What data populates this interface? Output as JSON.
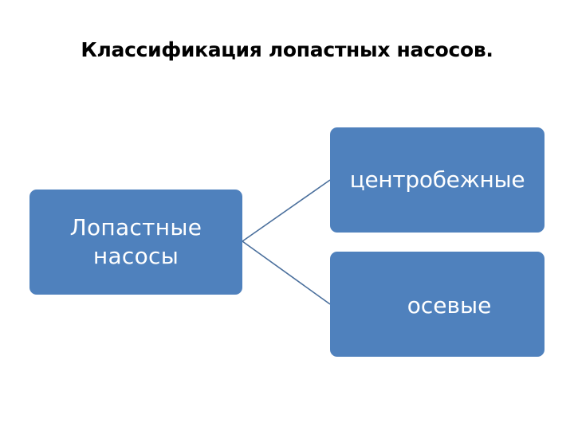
{
  "slide": {
    "title": "Классификация лопастных насосов."
  },
  "diagram": {
    "root": {
      "label": "Лопастные насосы"
    },
    "children": [
      {
        "label": "центробежные"
      },
      {
        "label": "осевые"
      }
    ]
  },
  "colors": {
    "node_fill": "#4f81bd",
    "connector": "#4a6f9c",
    "title_text": "#000000",
    "node_text": "#ffffff"
  }
}
